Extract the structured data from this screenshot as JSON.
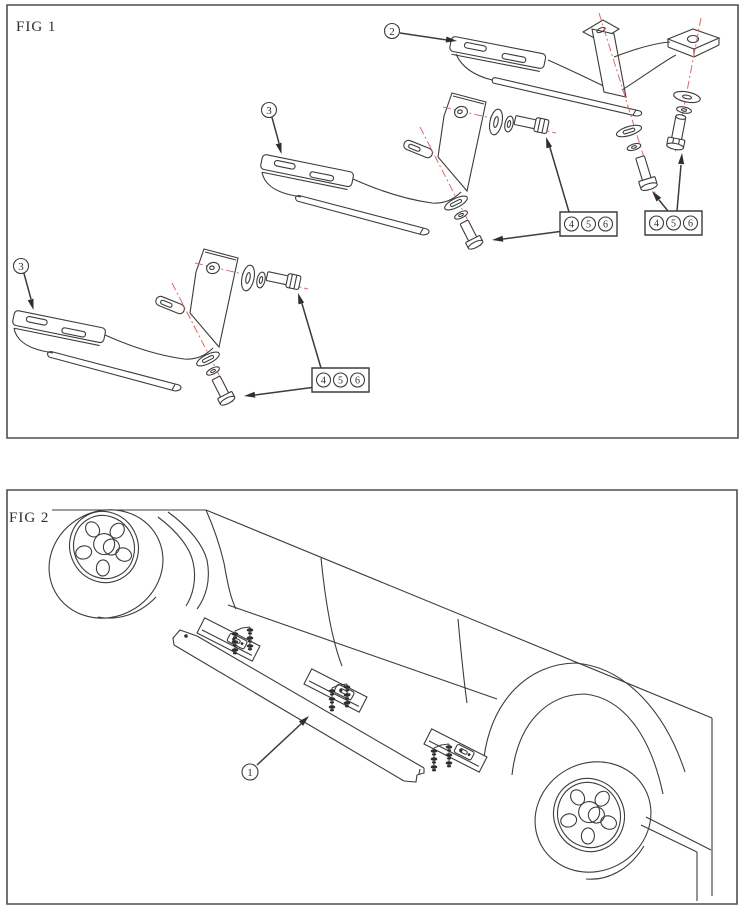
{
  "figure1": {
    "label": "FIG 1",
    "callouts": {
      "top_bracket": "2",
      "middle_bracket": "3",
      "lower_bracket": "3"
    },
    "hardware_box_items": [
      "4",
      "5",
      "6"
    ]
  },
  "figure2": {
    "label": "FIG 2",
    "callouts": {
      "running_board_rail": "1"
    }
  },
  "colors": {
    "line_art": "#3c3c3c",
    "centerline_red": "#d96a6a",
    "panel_border": "#4f4f4f",
    "fastener_fill": "#2e2e2e",
    "background": "#ffffff"
  }
}
